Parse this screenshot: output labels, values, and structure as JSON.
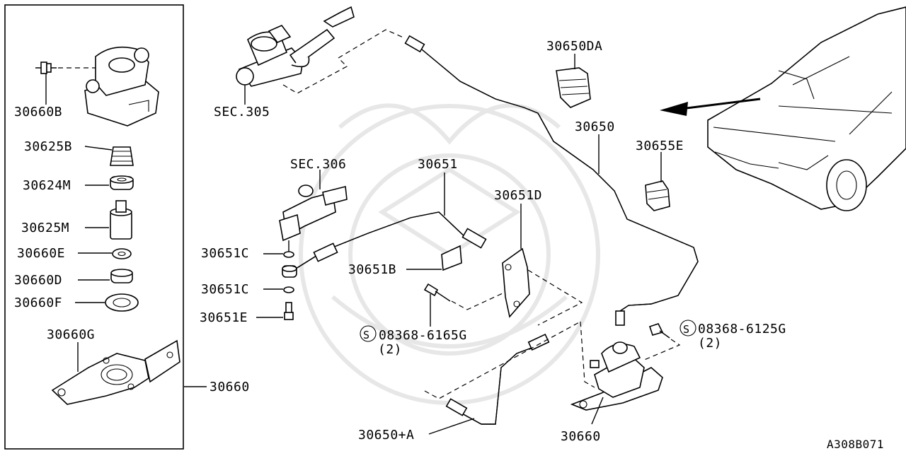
{
  "diagram": {
    "drawing_id": "A308B071",
    "callouts": {
      "p30660B": "30660B",
      "p30625B": "30625B",
      "p30624M": "30624M",
      "p30625M": "30625M",
      "p30660E": "30660E",
      "p30660D": "30660D",
      "p30660F": "30660F",
      "p30660G": "30660G",
      "p30660_box": "30660",
      "sec305": "SEC.305",
      "sec306": "SEC.306",
      "p30651": "30651",
      "p30651D": "30651D",
      "p30651C_top": "30651C",
      "p30651B": "30651B",
      "p30651C_bot": "30651C",
      "p30651E": "30651E",
      "bolt_6165": "08368-6165G",
      "bolt_6165_qty": "(2)",
      "p30650DA": "30650DA",
      "p30650": "30650",
      "p30655E": "30655E",
      "bolt_6125": "08368-6125G",
      "bolt_6125_qty": "(2)",
      "p30650A": "30650+A",
      "p30660_main": "30660"
    },
    "symbols": {
      "screw_symbol": "S"
    }
  }
}
